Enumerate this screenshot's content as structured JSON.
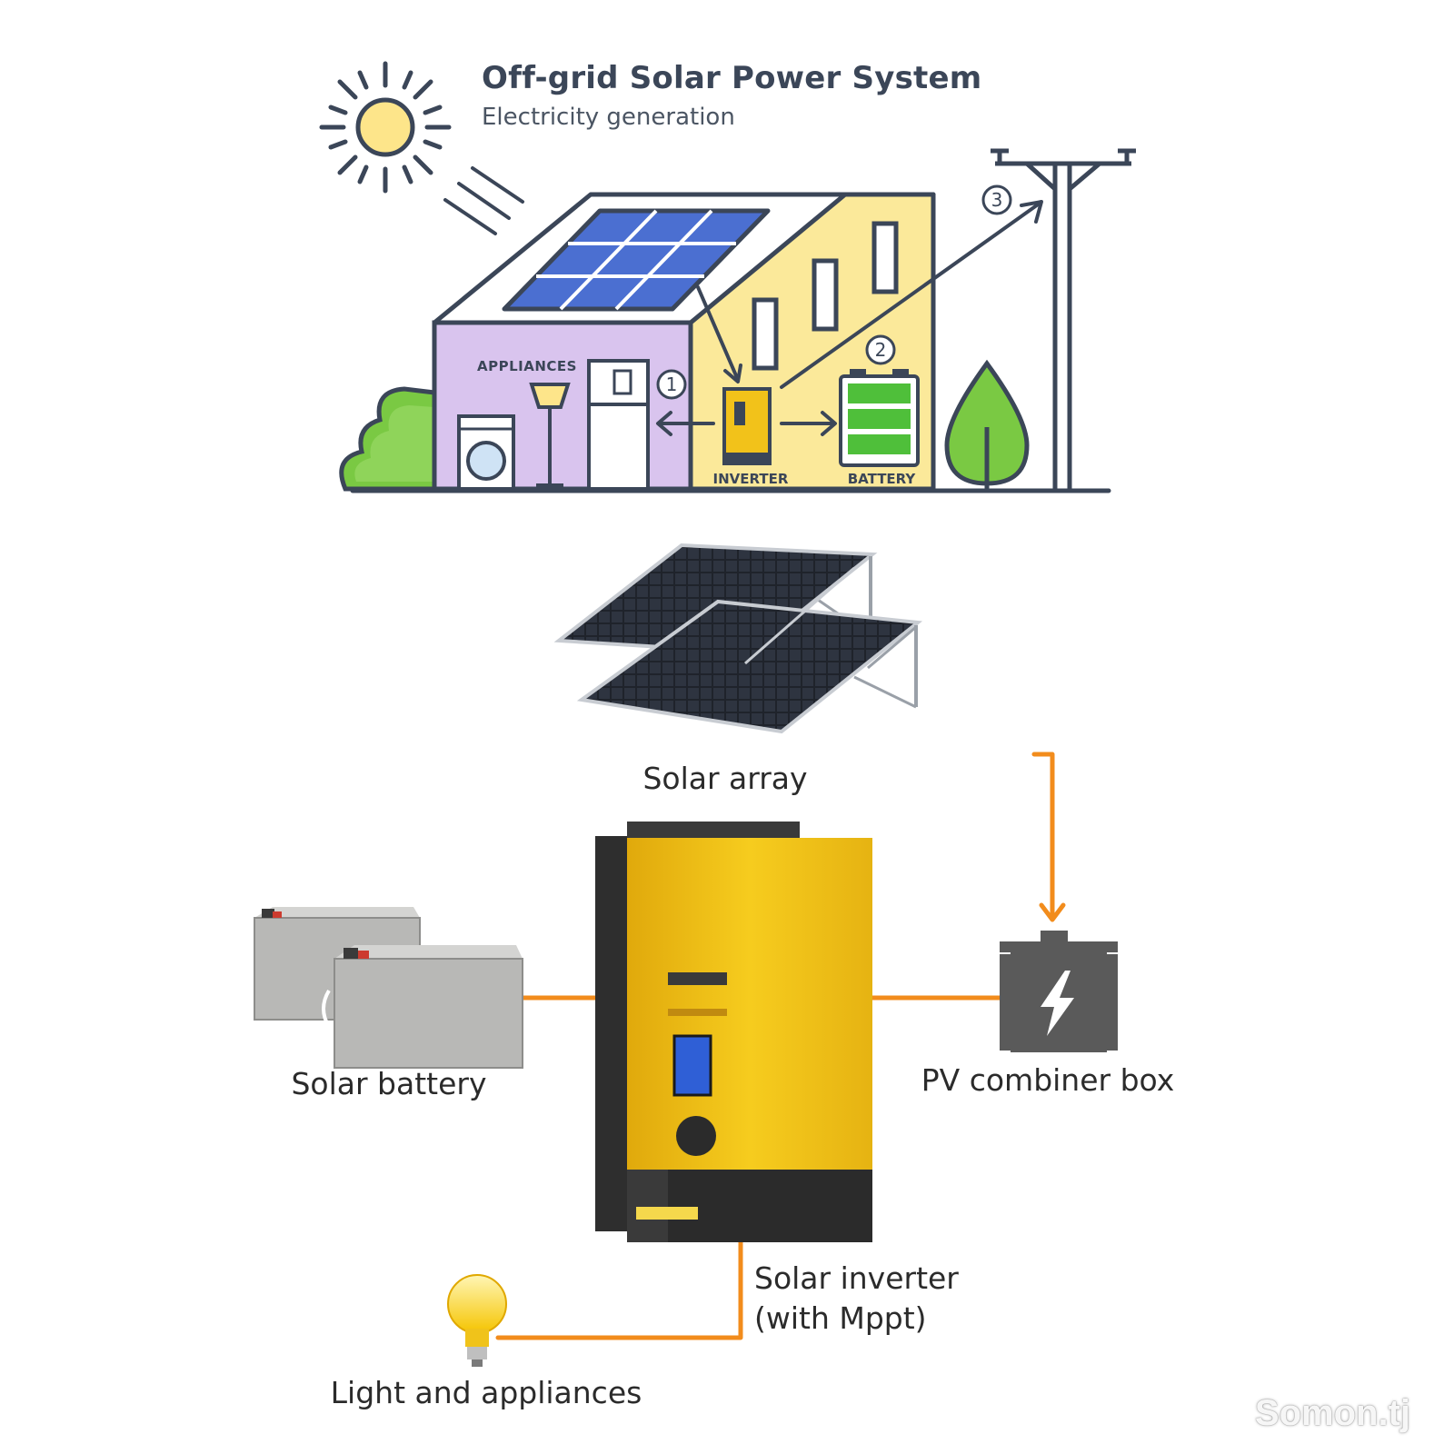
{
  "header": {
    "title": "Off-grid Solar Power System",
    "subtitle": "Electricity generation"
  },
  "house": {
    "appliances_label": "APPLIANCES",
    "inverter_label": "INVERTER",
    "battery_label": "BATTERY",
    "step_1": "1",
    "step_2": "2",
    "step_3": "3"
  },
  "components": {
    "solar_array": "Solar array",
    "solar_battery": "Solar battery",
    "pv_combiner_box": "PV combiner box",
    "solar_inverter_line1": "Solar inverter",
    "solar_inverter_line2": "(with Mppt)",
    "light_and_appliances": "Light and appliances"
  },
  "watermark": "Somon.tj",
  "colors": {
    "outline": "#3b4658",
    "wall_purple": "#d9c4ee",
    "wall_yellow": "#fbe99a",
    "solar_blue": "#4b6fd1",
    "tree_green": "#7ac943",
    "connector_orange": "#f28c1c",
    "inverter_yellow": "#f2c21a"
  }
}
